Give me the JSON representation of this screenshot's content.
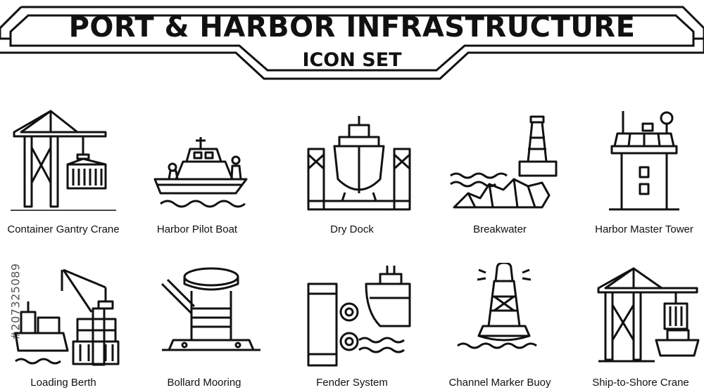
{
  "header": {
    "title": "PORT & HARBOR INFRASTRUCTURE",
    "subtitle": "ICON SET"
  },
  "watermark": {
    "stock_id": "#207325089"
  },
  "icons": [
    {
      "label": "Container Gantry Crane",
      "icon": "container-gantry-crane-icon"
    },
    {
      "label": "Harbor Pilot Boat",
      "icon": "harbor-pilot-boat-icon"
    },
    {
      "label": "Dry Dock",
      "icon": "dry-dock-icon"
    },
    {
      "label": "Breakwater",
      "icon": "breakwater-icon"
    },
    {
      "label": "Harbor Master Tower",
      "icon": "harbor-master-tower-icon"
    },
    {
      "label": "Loading Berth",
      "icon": "loading-berth-icon"
    },
    {
      "label": "Bollard Mooring",
      "icon": "bollard-mooring-icon"
    },
    {
      "label": "Fender System",
      "icon": "fender-system-icon"
    },
    {
      "label": "Channel Marker Buoy",
      "icon": "channel-marker-buoy-icon"
    },
    {
      "label": "Ship-to-Shore Crane",
      "icon": "ship-to-shore-crane-icon"
    }
  ],
  "colors": {
    "ink": "#111111",
    "background": "#ffffff"
  }
}
